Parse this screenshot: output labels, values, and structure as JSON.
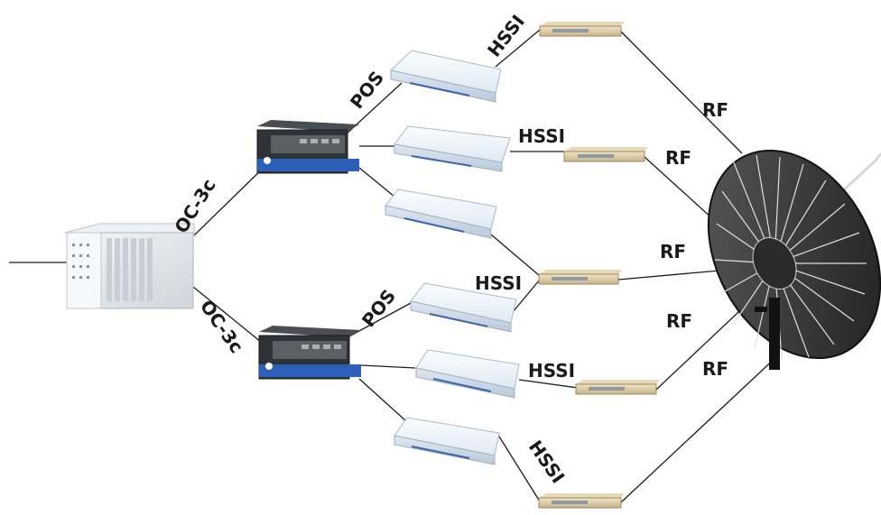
{
  "labels": {
    "trunk_top": "OC-3c",
    "trunk_bottom": "OC-3c",
    "pos_top": "POS",
    "pos_bottom": "POS",
    "hssi_1": "HSSI",
    "hssi_2": "HSSI",
    "hssi_3": "HSSI",
    "hssi_4": "HSSI",
    "hssi_5": "HSSI",
    "rf_1": "RF",
    "rf_2": "RF",
    "rf_3": "RF",
    "rf_4": "RF",
    "rf_5": "RF"
  }
}
